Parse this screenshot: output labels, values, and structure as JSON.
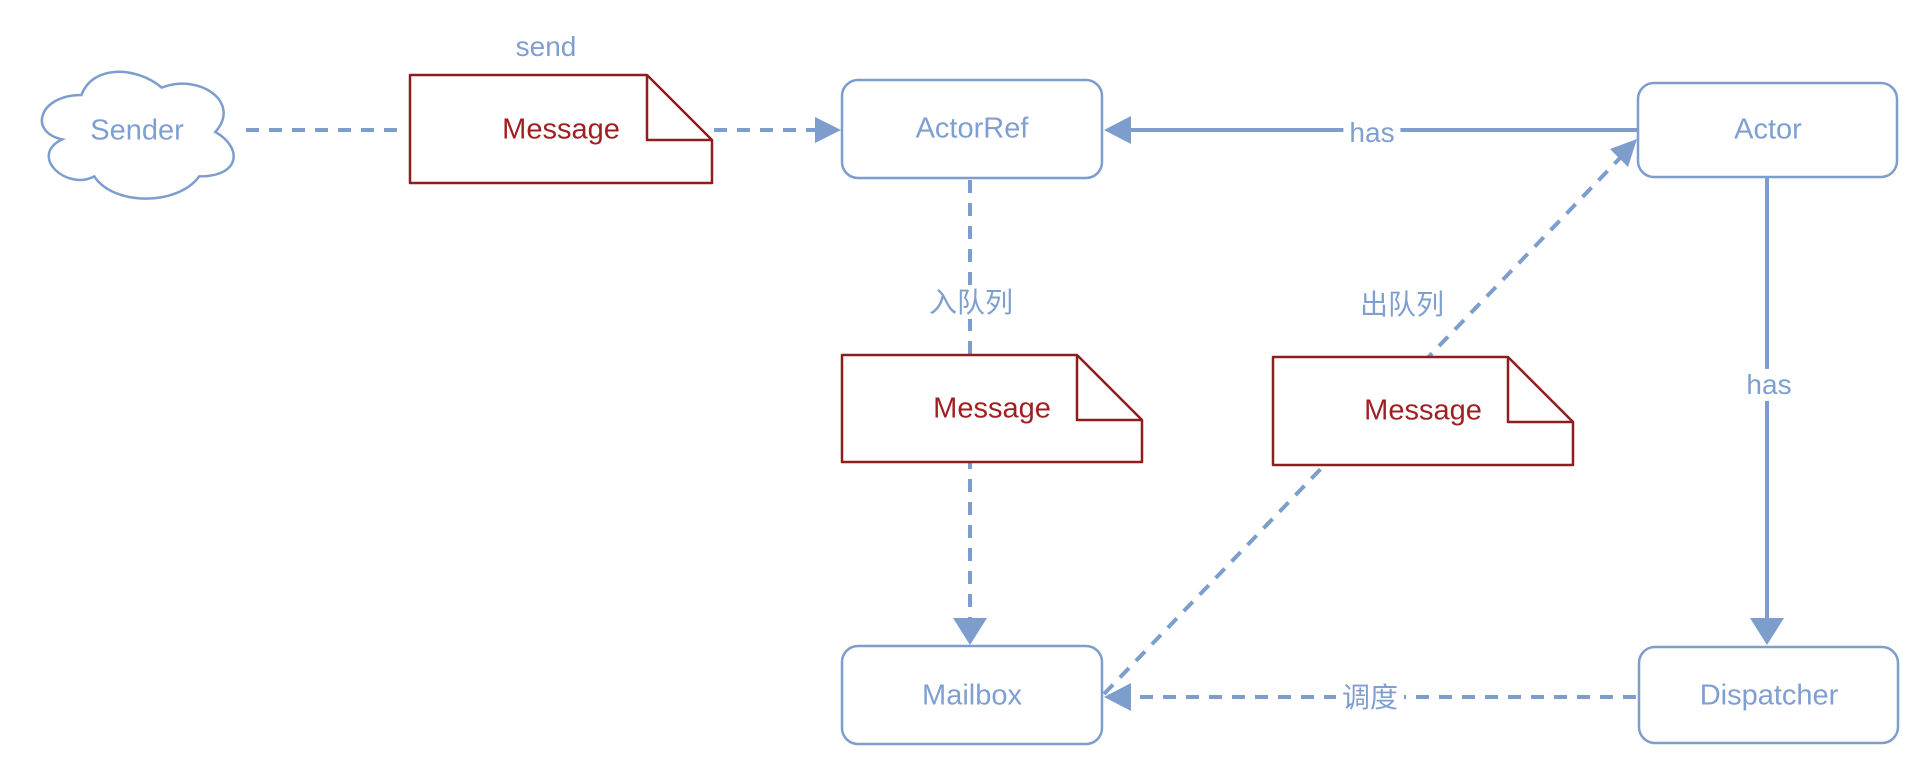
{
  "diagram": {
    "background": "#ffffff",
    "colors": {
      "node_stroke": "#7d9ecd",
      "node_text": "#7f9fd0",
      "edge": "#7d9ecd",
      "note_stroke": "#8f1d1d",
      "note_text": "#a02022",
      "label_bg": "#ffffff"
    },
    "nodes": [
      {
        "id": "sender",
        "shape": "cloud",
        "label": "Sender"
      },
      {
        "id": "message-1",
        "shape": "note",
        "label": "Message"
      },
      {
        "id": "actorref",
        "shape": "rounded-rect",
        "label": "ActorRef"
      },
      {
        "id": "actor",
        "shape": "rounded-rect",
        "label": "Actor"
      },
      {
        "id": "message-2",
        "shape": "note",
        "label": "Message"
      },
      {
        "id": "message-3",
        "shape": "note",
        "label": "Message"
      },
      {
        "id": "mailbox",
        "shape": "rounded-rect",
        "label": "Mailbox"
      },
      {
        "id": "dispatcher",
        "shape": "rounded-rect",
        "label": "Dispatcher"
      }
    ],
    "edges": [
      {
        "id": "send",
        "from": "sender",
        "to": "actorref",
        "label": "send",
        "style": "dashed"
      },
      {
        "id": "has-actorref",
        "from": "actor",
        "to": "actorref",
        "label": "has",
        "style": "solid"
      },
      {
        "id": "enqueue",
        "from": "actorref",
        "to": "mailbox",
        "label": "入队列",
        "style": "dashed"
      },
      {
        "id": "dequeue",
        "from": "mailbox",
        "to": "actor",
        "label": "出队列",
        "style": "dashed"
      },
      {
        "id": "has-dispatcher",
        "from": "actor",
        "to": "dispatcher",
        "label": "has",
        "style": "solid"
      },
      {
        "id": "dispatch",
        "from": "dispatcher",
        "to": "mailbox",
        "label": "调度",
        "style": "dashed"
      }
    ]
  }
}
